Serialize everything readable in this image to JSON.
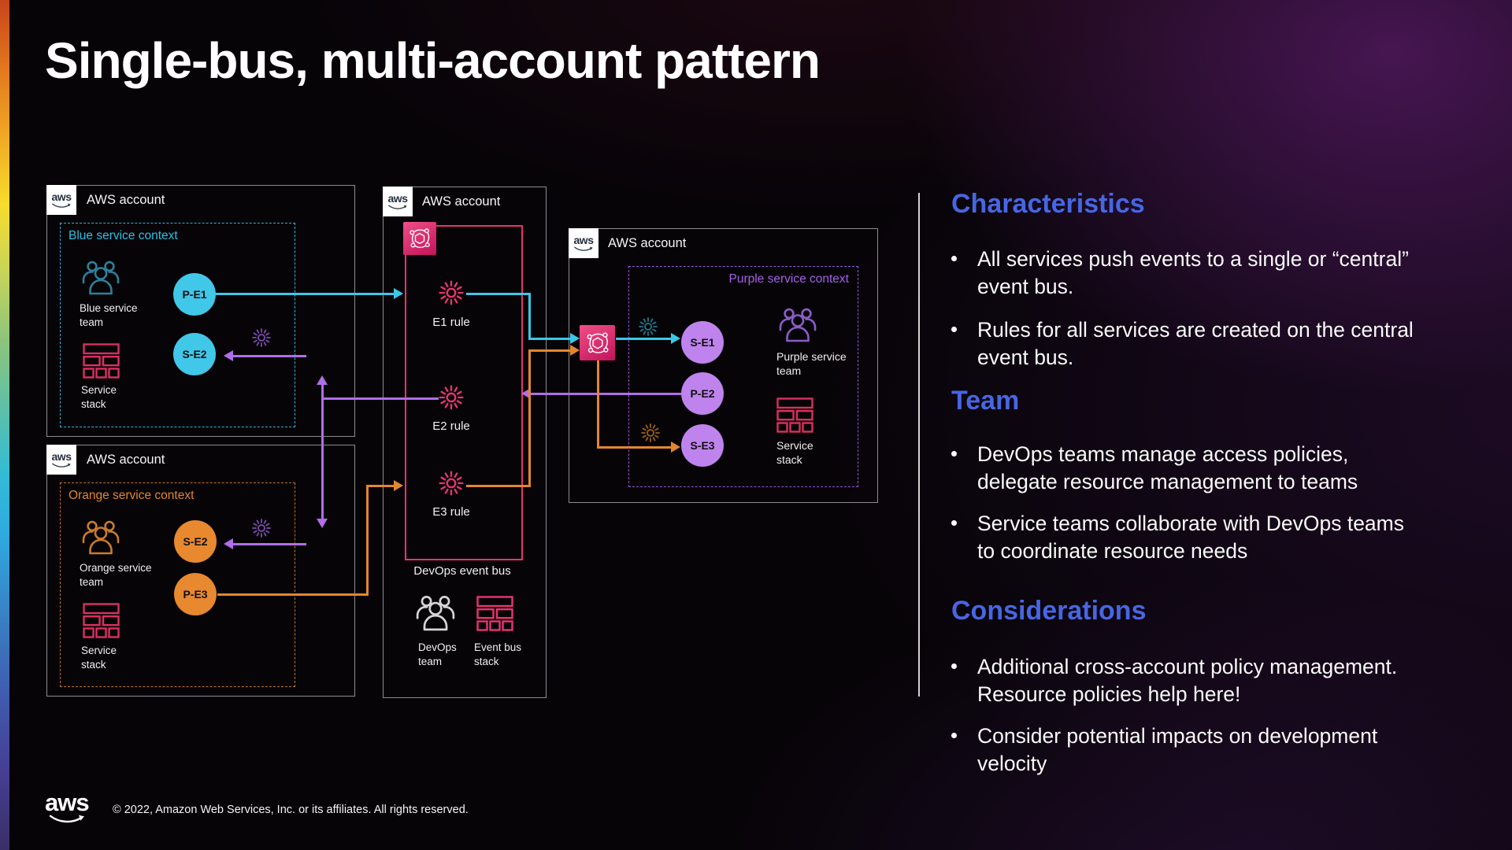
{
  "title": "Single-bus, multi-account pattern",
  "logos": {
    "badge": "aws",
    "footer": "aws"
  },
  "footer": {
    "copyright": "© 2022, Amazon Web Services, Inc. or its affiliates. All rights reserved."
  },
  "diagram": {
    "blue_account": {
      "label": "AWS account",
      "context": "Blue service context",
      "team": "Blue service\nteam",
      "stack": "Service\nstack",
      "event_published": "P-E1",
      "event_subscribed": "S-E2"
    },
    "orange_account": {
      "label": "AWS account",
      "context": "Orange service context",
      "team": "Orange service\nteam",
      "stack": "Service\nstack",
      "event_subscribed": "S-E2",
      "event_published": "P-E3"
    },
    "devops_account": {
      "label": "AWS account",
      "bus_label": "DevOps event bus",
      "rules": [
        "E1 rule",
        "E2 rule",
        "E3 rule"
      ],
      "team": "DevOps\nteam",
      "stack": "Event bus\nstack"
    },
    "purple_account": {
      "label": "AWS account",
      "context": "Purple service context",
      "team": "Purple service\nteam",
      "stack": "Service\nstack",
      "events": [
        "S-E1",
        "P-E2",
        "S-E3"
      ]
    },
    "palette": {
      "cyan_line": "#3bc8e8",
      "cyan_circle": "#41c7e8",
      "orange_line": "#e2872e",
      "orange_circle": "#e8882f",
      "purple_line": "#b06ee8",
      "purple_circle": "#bf83ed",
      "pink_bus": "#e8336e",
      "stack_crimson": "#d8315f",
      "heading_blue": "#4766e2"
    }
  },
  "sections": [
    {
      "heading": "Characteristics",
      "bullets": [
        "All services push events to a single or “central”\nevent bus.",
        "Rules for all services are created on the central\nevent bus."
      ]
    },
    {
      "heading": "Team",
      "bullets": [
        "DevOps teams manage access policies,\ndelegate resource management to teams",
        "Service teams collaborate with DevOps teams\nto coordinate resource needs"
      ]
    },
    {
      "heading": "Considerations",
      "bullets": [
        "Additional cross-account policy management.\nResource policies help here!",
        "Consider potential impacts on development\nvelocity"
      ]
    }
  ]
}
